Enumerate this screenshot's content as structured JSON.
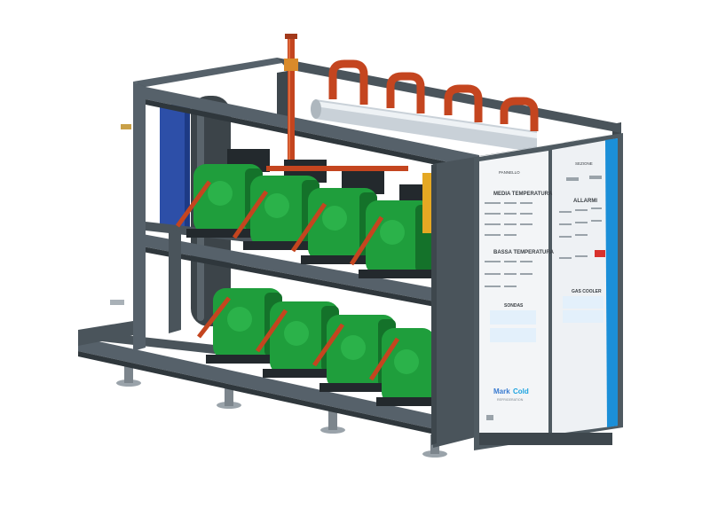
{
  "image": {
    "subject": "refrigeration-compressor-rack",
    "background_color": "#ffffff"
  },
  "colors": {
    "frame": "#4a545b",
    "frame_dark": "#353d42",
    "compressor": "#1f9e3c",
    "compressor_dark": "#14722a",
    "pipe_copper": "#c4451f",
    "pipe_copper_light": "#e06a3c",
    "manifold_steel": "#c9d1d8",
    "heat_exchanger": "#2d4fa8",
    "panel": "#f3f5f7",
    "panel_accent": "#1b8fd8",
    "alarm_red": "#d8322d",
    "valve_yellow": "#e5a823"
  },
  "control_panel": {
    "left": {
      "header": "PANNELLO",
      "section_medium": "MEDIA TEMPERATURA",
      "section_low": "BASSA TEMPERATURA",
      "section_bottom": "SONDAS"
    },
    "right": {
      "header": "SEZIONE",
      "section_alarms": "ALLARMI",
      "section_gas": "GAS COOLER"
    },
    "brand": {
      "name_part1": "Mark",
      "name_part2": "Cold",
      "tagline": "REFRIGERATION"
    }
  }
}
